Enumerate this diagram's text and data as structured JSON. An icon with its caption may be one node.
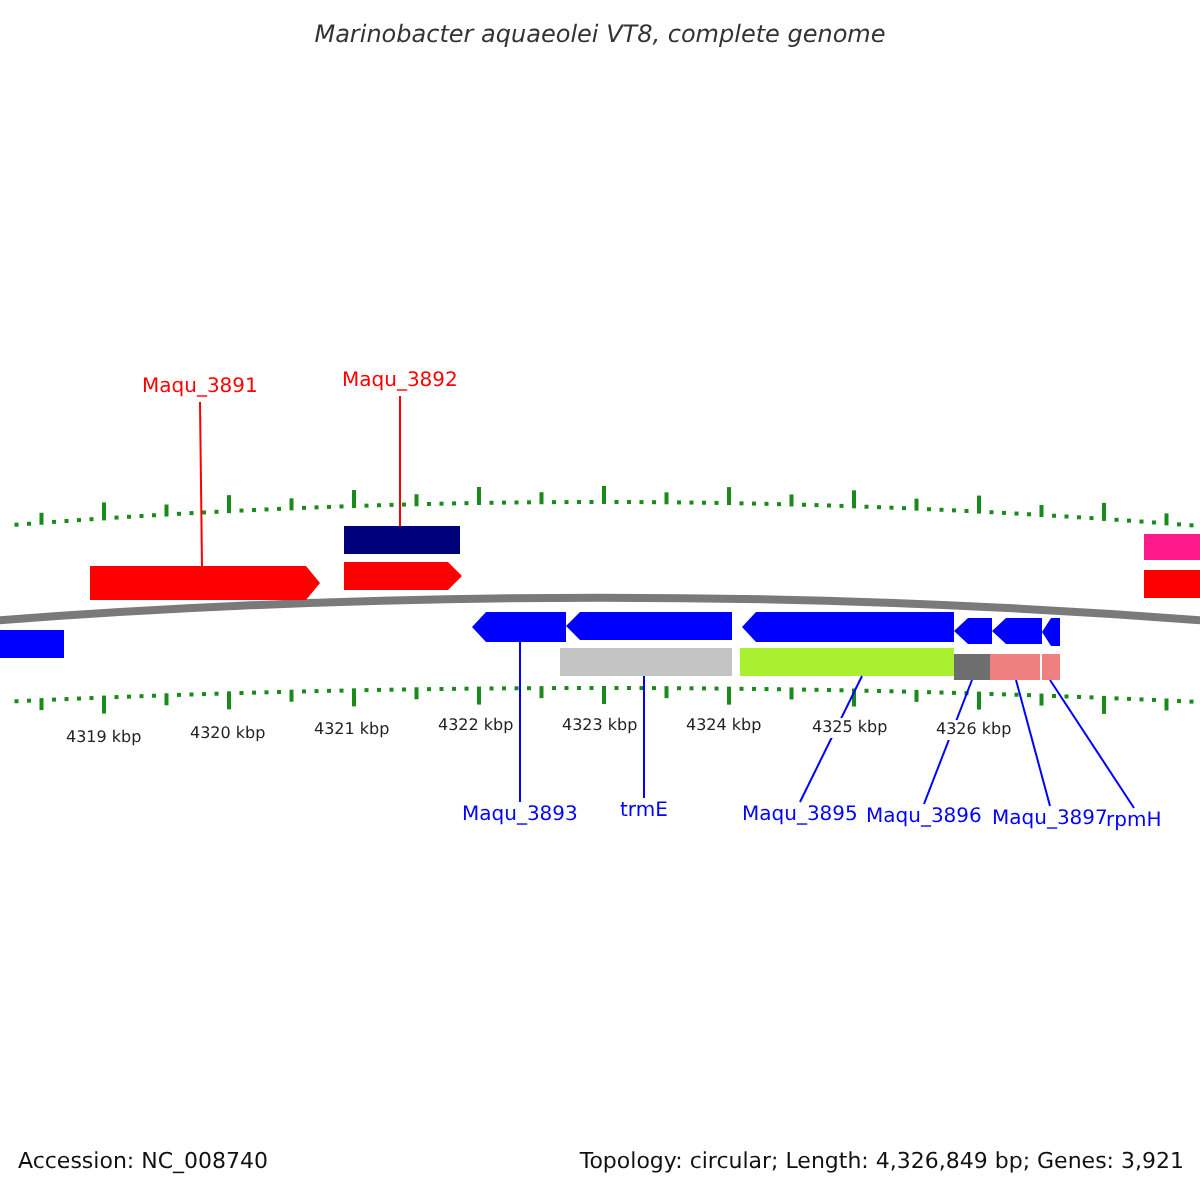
{
  "diagram": {
    "title": "Marinobacter aquaeolei VT8, complete genome",
    "nodes": [
      {
        "text": [
          "Maqu_3891"
        ]
      },
      {
        "text": [
          "Maqu_3892"
        ]
      },
      {
        "text": [
          "Maqu_3893"
        ]
      },
      {
        "text": [
          "trmE"
        ]
      },
      {
        "text": [
          "Maqu_3895"
        ]
      },
      {
        "text": [
          "Maqu_3896"
        ]
      },
      {
        "text": [
          "Maqu_3897"
        ]
      },
      {
        "text": [
          "rpmH"
        ]
      },
      {
        "text": [],
        "shape": "pentagon"
      },
      {
        "text": [],
        "shape": "pentagon"
      },
      {
        "text": [],
        "shape": "bar"
      },
      {
        "text": [],
        "shape": "bar"
      },
      {
        "text": [],
        "shape": "bar"
      },
      {
        "text": [],
        "shape": "bar"
      },
      {
        "text": [],
        "shape": "pentagon"
      },
      {
        "text": [],
        "shape": "pentagon"
      },
      {
        "text": [],
        "shape": "pentagon"
      },
      {
        "text": [],
        "shape": "pentagon"
      },
      {
        "text": [],
        "shape": "pentagon"
      },
      {
        "text": [],
        "shape": "pentagon"
      },
      {
        "text": [],
        "shape": "bar"
      },
      {
        "text": [],
        "shape": "bar"
      },
      {
        "text": [],
        "shape": "bar"
      },
      {
        "text": [],
        "shape": "bar"
      },
      {
        "text": [],
        "shape": "bar"
      }
    ],
    "edges": [
      {
        "from": 0,
        "to": 8,
        "arrow": "none",
        "color": "#ff0000"
      },
      {
        "from": 1,
        "to": 10,
        "arrow": "none",
        "color": "#ff0000"
      },
      {
        "from": 2,
        "to": 14,
        "arrow": "none"
      },
      {
        "from": 3,
        "to": 20,
        "arrow": "none"
      },
      {
        "from": 4,
        "to": 21,
        "arrow": "none"
      },
      {
        "from": 5,
        "to": 22,
        "arrow": "none"
      },
      {
        "from": 6,
        "to": 23,
        "arrow": "none"
      },
      {
        "from": 7,
        "to": 24,
        "arrow": "none"
      }
    ],
    "labels": [
      "4319 kbp",
      "4320 kbp",
      "4321 kbp",
      "4322 kbp",
      "4323 kbp",
      "4324 kbp",
      "4325 kbp",
      "4326 kbp",
      "Accession: NC_008740",
      "Topology: circular; Length: 4,326,849 bp; Genes: 3,921"
    ]
  }
}
